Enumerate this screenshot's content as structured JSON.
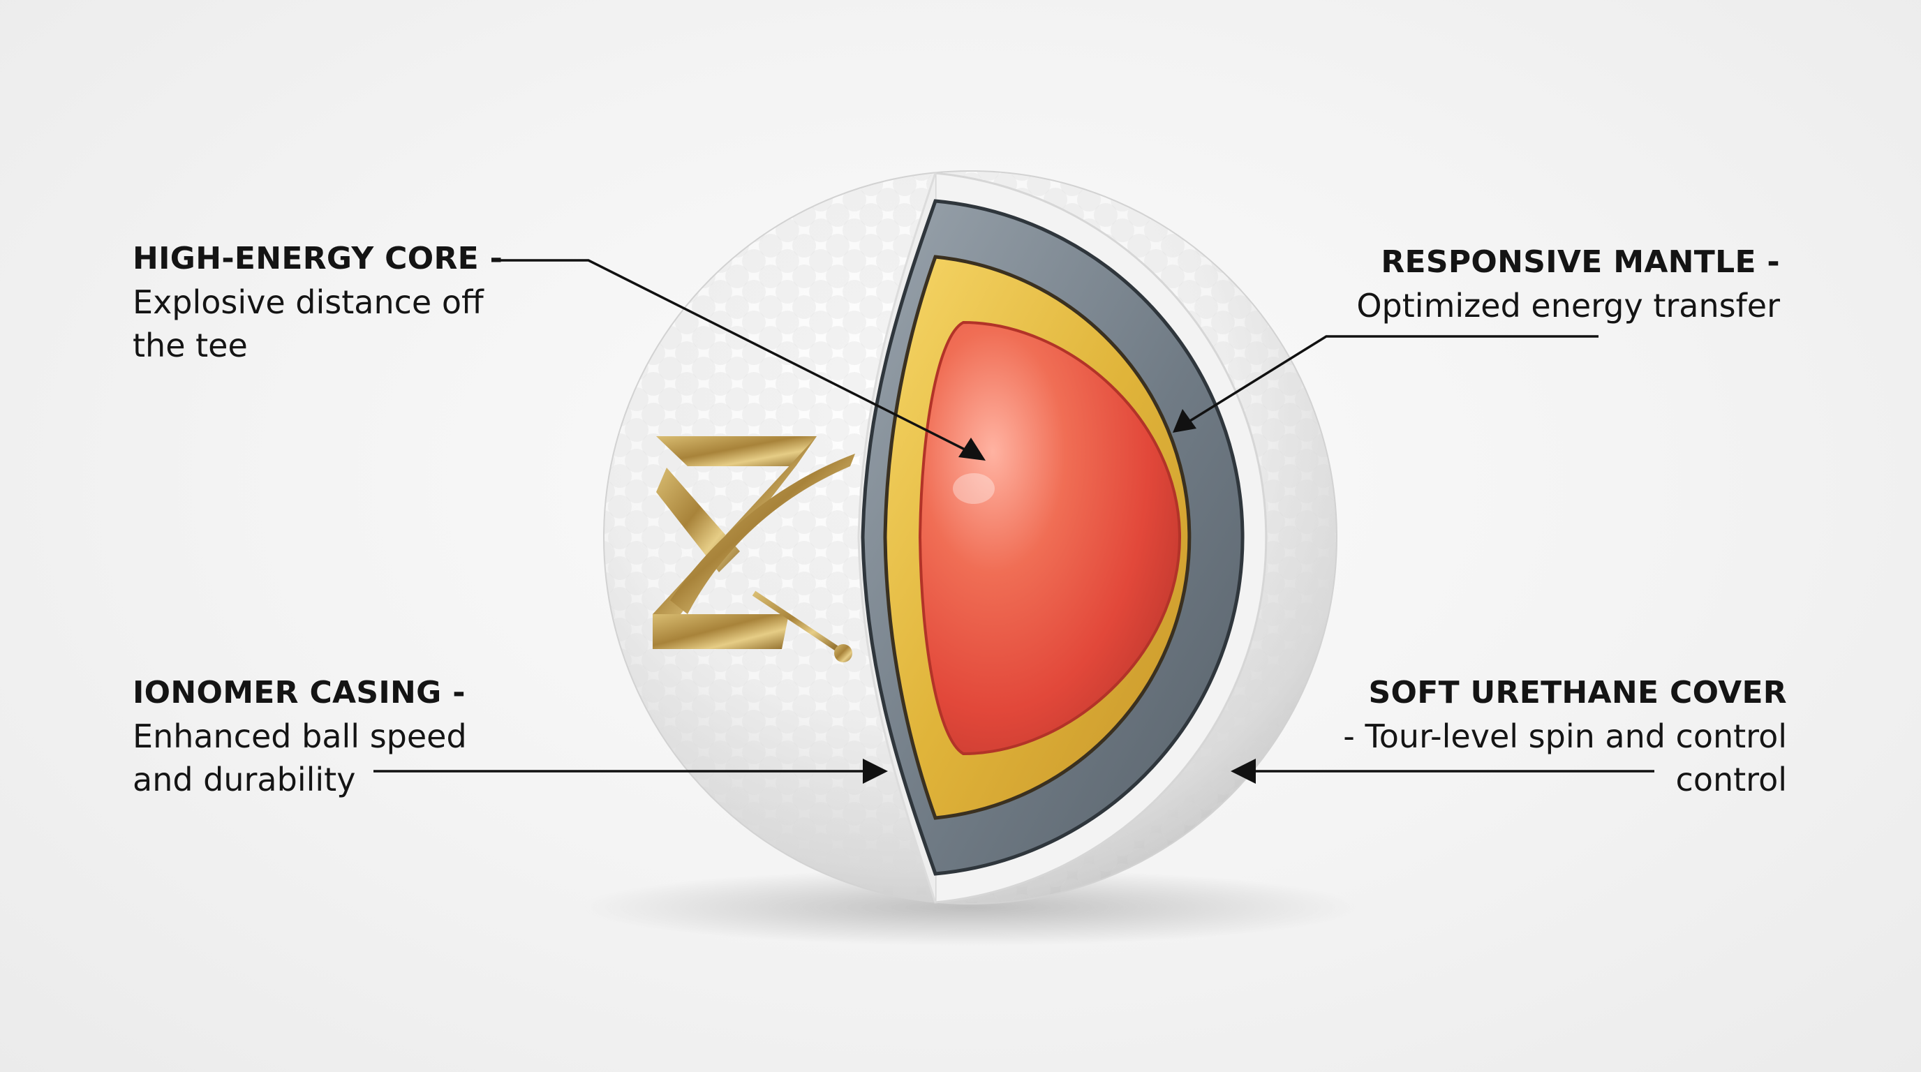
{
  "callouts": {
    "core": {
      "title": "HIGH-ENERGY CORE -",
      "description": "Explosive distance off\nthe tee"
    },
    "mantle": {
      "title": "RESPONSIVE MANTLE -",
      "description": "Optimized energy transfer"
    },
    "casing": {
      "title": "IONOMER CASING -",
      "description": "Enhanced ball speed\nand durability"
    },
    "cover": {
      "title": "SOFT URETHANE COVER",
      "description": "- Tour-level spin and control\ncontrol"
    }
  },
  "logo": {
    "icon": "gold-z-logo-icon",
    "color": "#b08d3c"
  },
  "colors": {
    "core": "#e8493a",
    "mantle": "#e0b43a",
    "casing": "#6b7680",
    "cover": "#ffffff",
    "leader_line": "#111111"
  }
}
